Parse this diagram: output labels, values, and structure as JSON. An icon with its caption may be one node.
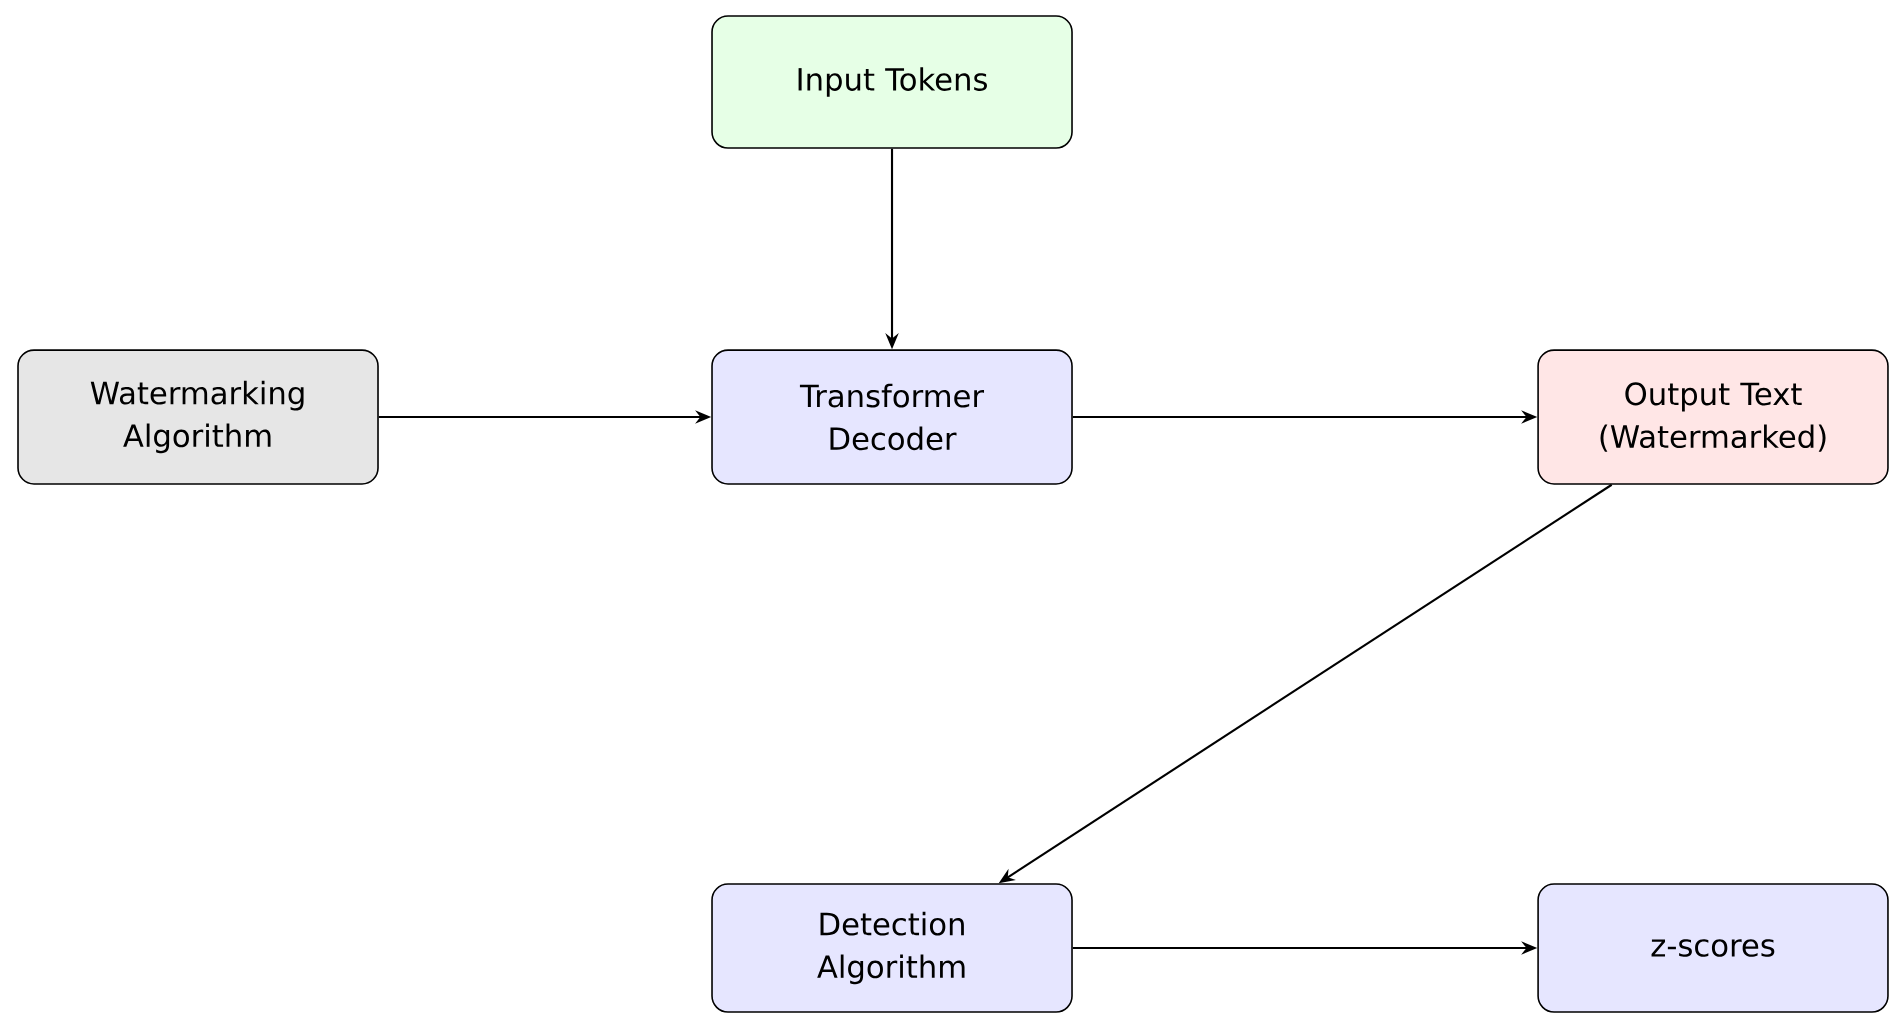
{
  "diagram": {
    "nodes": [
      {
        "text": [
          "Input Tokens"
        ]
      },
      {
        "text": [
          "Watermarking Algorithm"
        ]
      },
      {
        "text": [
          "Transformer Decoder"
        ]
      },
      {
        "text": [
          "Output Text (Watermarked)"
        ]
      },
      {
        "text": [
          "Detection Algorithm"
        ]
      },
      {
        "text": [
          "z-scores"
        ]
      }
    ],
    "edges": [
      {
        "from": 0,
        "to": 2,
        "arrow": "to"
      },
      {
        "from": 1,
        "to": 2,
        "arrow": "to"
      },
      {
        "from": 2,
        "to": 3,
        "arrow": "to"
      },
      {
        "from": 3,
        "to": 4,
        "arrow": "to"
      },
      {
        "from": 4,
        "to": 5,
        "arrow": "to"
      }
    ]
  }
}
